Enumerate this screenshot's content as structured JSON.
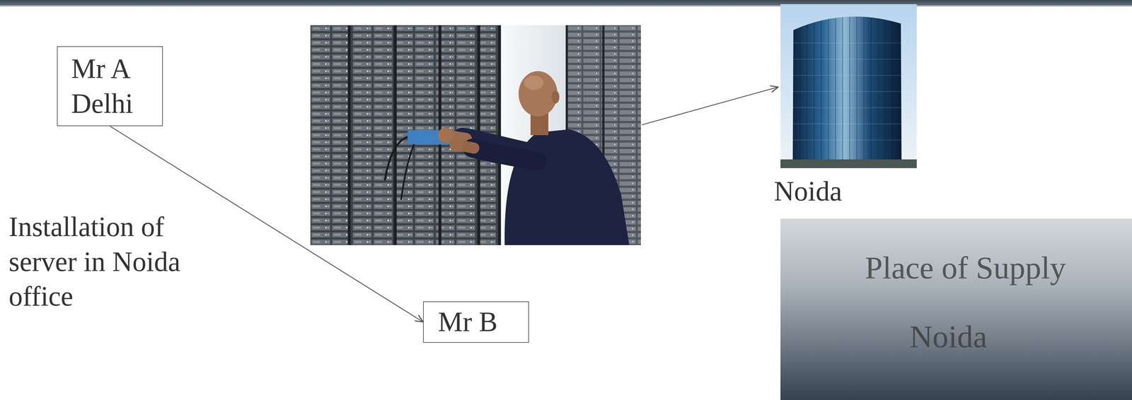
{
  "diagram": {
    "nodes": [
      {
        "text": [
          "Mr A",
          "Delhi"
        ]
      },
      {
        "text": [
          "Mr B"
        ]
      },
      {
        "text": [
          "Place of Supply",
          "Noida"
        ]
      }
    ],
    "edges": [
      {
        "from": 0,
        "to": 1,
        "arrow": "to"
      }
    ],
    "labels": [
      "Installation of server in Noida office",
      "Noida"
    ]
  }
}
